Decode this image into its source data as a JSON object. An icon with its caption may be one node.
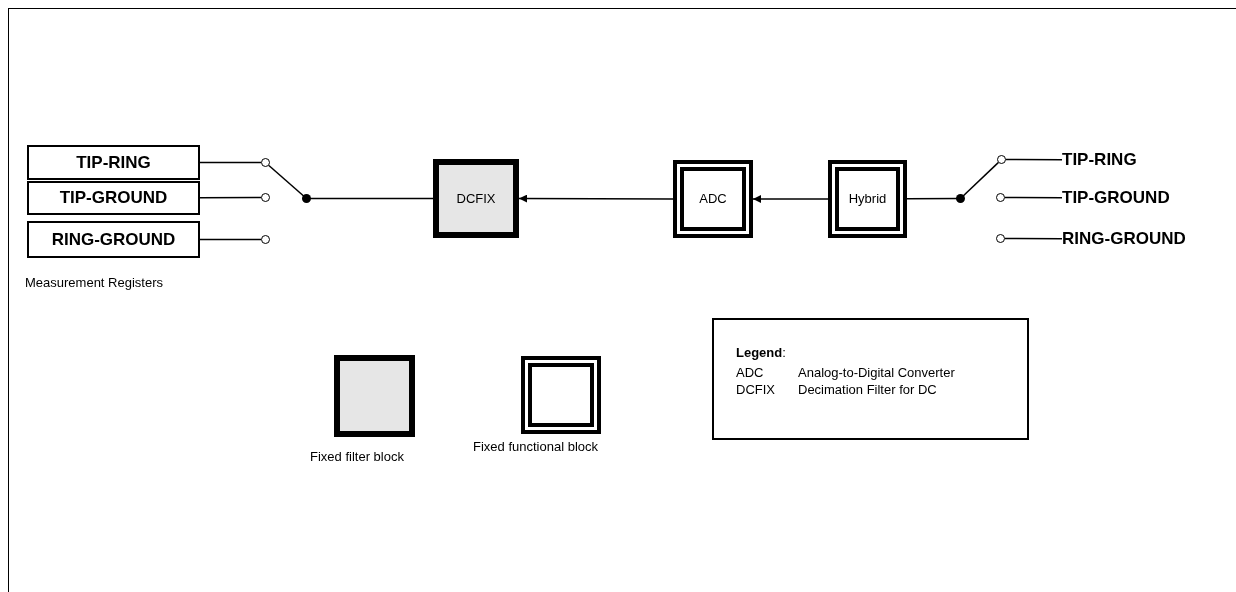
{
  "diagram": {
    "nodes": [
      {
        "text": [
          "TIP-RING"
        ]
      },
      {
        "text": [
          "TIP-GROUND"
        ]
      },
      {
        "text": [
          "RING-GROUND"
        ]
      },
      {
        "text": [],
        "shape": "circle"
      },
      {
        "text": [],
        "shape": "circle"
      },
      {
        "text": [],
        "shape": "circle"
      },
      {
        "text": [],
        "shape": "circle"
      },
      {
        "text": [
          "DCFIX"
        ]
      },
      {
        "text": [
          "ADC"
        ]
      },
      {
        "text": [
          "Hybrid"
        ]
      },
      {
        "text": [],
        "shape": "circle"
      },
      {
        "text": [],
        "shape": "circle"
      },
      {
        "text": [],
        "shape": "circle"
      },
      {
        "text": [],
        "shape": "circle"
      },
      {
        "text": [
          "TIP-RING"
        ]
      },
      {
        "text": [
          "TIP-GROUND"
        ]
      },
      {
        "text": [
          "RING-GROUND"
        ]
      },
      {
        "text": [
          "**Legend**:",
          "ADC",
          "Analog-to-Digital Converter",
          "DCFIX",
          "Decimation Filter for DC"
        ]
      },
      {
        "text": [],
        "shape": "box",
        "beside": [
          "Fixed filter block"
        ]
      },
      {
        "text": [],
        "shape": "box",
        "beside": [
          "Fixed functional block"
        ]
      }
    ],
    "edges": [
      {
        "from": 0,
        "to": 3,
        "arrow": "none"
      },
      {
        "from": 1,
        "to": 4,
        "arrow": "none"
      },
      {
        "from": 2,
        "to": 5,
        "arrow": "none"
      },
      {
        "from": 6,
        "to": 3,
        "arrow": "none"
      },
      {
        "from": 6,
        "to": 7,
        "arrow": "none"
      },
      {
        "from": 8,
        "to": 7,
        "arrow": "to"
      },
      {
        "from": 9,
        "to": 8,
        "arrow": "to"
      },
      {
        "from": 9,
        "to": 10,
        "arrow": "none"
      },
      {
        "from": 10,
        "to": 11,
        "arrow": "none"
      },
      {
        "from": 11,
        "to": 14,
        "arrow": "none"
      },
      {
        "from": 12,
        "to": 15,
        "arrow": "none"
      },
      {
        "from": 13,
        "to": 16,
        "arrow": "none"
      }
    ],
    "labels": [
      "Measurement Registers"
    ]
  }
}
